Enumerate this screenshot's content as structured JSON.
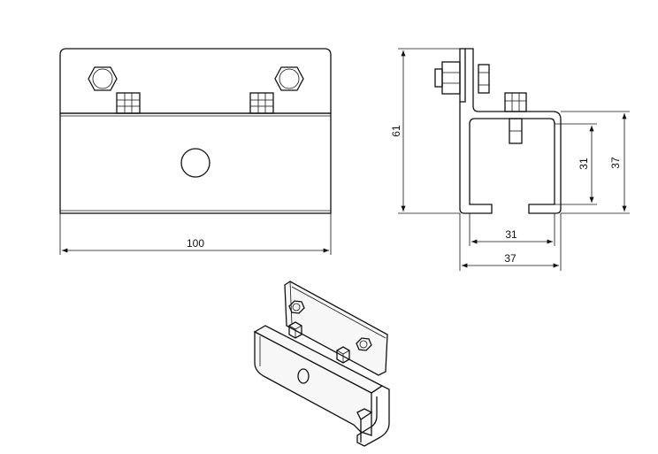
{
  "dimensions": {
    "front_width": "100",
    "side_height": "61",
    "side_inner_height": "31",
    "side_outer_height": "37",
    "side_inner_width": "31",
    "side_outer_width": "37"
  }
}
